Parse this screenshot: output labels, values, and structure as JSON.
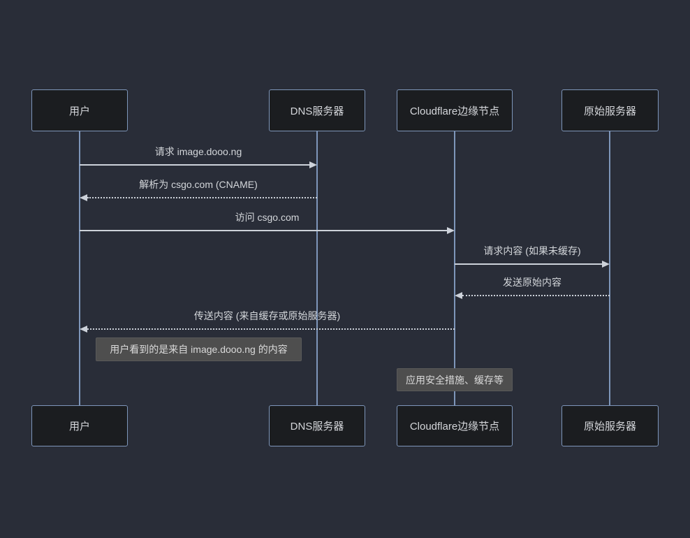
{
  "diagram": {
    "type": "sequence",
    "theme": "dark",
    "actors": [
      {
        "name": "用户"
      },
      {
        "name": "DNS服务器"
      },
      {
        "name": "Cloudflare边缘节点"
      },
      {
        "name": "原始服务器"
      }
    ],
    "messages": [
      {
        "from": "用户",
        "to": "DNS服务器",
        "label": "请求 image.dooo.ng",
        "line": "solid",
        "arrow": "filled-right"
      },
      {
        "from": "DNS服务器",
        "to": "用户",
        "label": "解析为 csgo.com (CNAME)",
        "line": "dotted",
        "arrow": "filled-left"
      },
      {
        "from": "用户",
        "to": "Cloudflare边缘节点",
        "label": "访问 csgo.com",
        "line": "solid",
        "arrow": "filled-right"
      },
      {
        "from": "Cloudflare边缘节点",
        "to": "原始服务器",
        "label": "请求内容 (如果未缓存)",
        "line": "solid",
        "arrow": "filled-right"
      },
      {
        "from": "原始服务器",
        "to": "Cloudflare边缘节点",
        "label": "发送原始内容",
        "line": "dotted",
        "arrow": "filled-left"
      },
      {
        "from": "Cloudflare边缘节点",
        "to": "用户",
        "label": "传送内容 (来自缓存或原始服务器)",
        "line": "dotted",
        "arrow": "filled-left"
      }
    ],
    "notes": [
      {
        "text": "用户看到的是来自 image.dooo.ng 的内容",
        "position": "right of 用户"
      },
      {
        "text": "应用安全措施、缓存等",
        "position": "over Cloudflare边缘节点"
      }
    ],
    "colors": {
      "background": "#292d38",
      "actor_fill": "#1b1d20",
      "actor_border": "#7e96ba",
      "actor_text": "#d4d6da",
      "lifeline": "#7e96ba",
      "message_line": "#cdd2da",
      "message_text": "#d3d6da",
      "note_fill": "#4e4e4e",
      "note_text": "#dadada"
    }
  }
}
